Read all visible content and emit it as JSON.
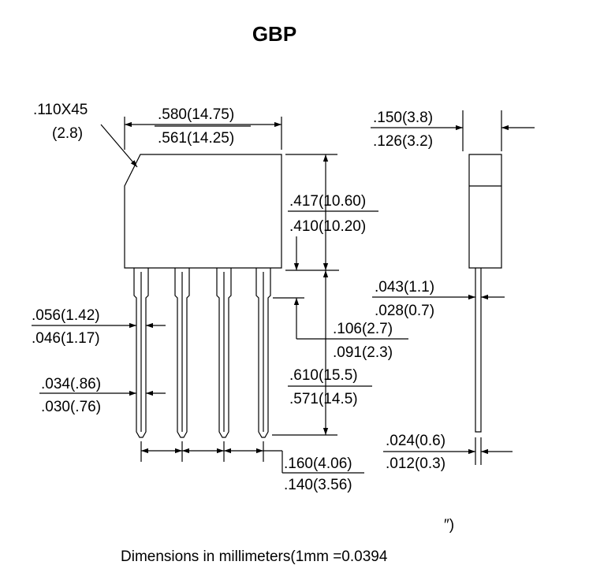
{
  "title": "GBP",
  "footer": {
    "text": "Dimensions in millimeters(1mm =0.0394",
    "unit_mark": "″)"
  },
  "dimensions": {
    "chamfer": {
      "line1": ".110X45",
      "line2": "(2.8)"
    },
    "body_width": {
      "max": ".580(14.75)",
      "min": ".561(14.25)"
    },
    "body_height": {
      "max": ".417(10.60)",
      "min": ".410(10.20)"
    },
    "lead_shoulder_width": {
      "max": ".056(1.42)",
      "min": ".046(1.17)"
    },
    "lead_width": {
      "max": ".034(.86)",
      "min": ".030(.76)"
    },
    "shoulder_length": {
      "max": ".106(2.7)",
      "min": ".091(2.3)"
    },
    "lead_length": {
      "max": ".610(15.5)",
      "min": ".571(14.5)"
    },
    "lead_pitch": {
      "max": ".160(4.06)",
      "min": ".140(3.56)"
    },
    "body_thickness": {
      "max": ".150(3.8)",
      "min": ".126(3.2)"
    },
    "side_lead_upper": {
      "max": ".043(1.1)",
      "min": ".028(0.7)"
    },
    "side_lead_lower": {
      "max": ".024(0.6)",
      "min": ".012(0.3)"
    }
  },
  "colors": {
    "ink": "#000000",
    "background": "#ffffff"
  }
}
